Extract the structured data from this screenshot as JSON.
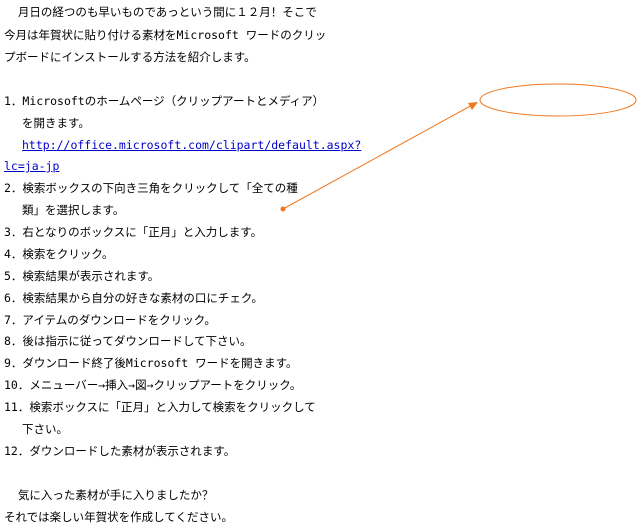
{
  "intro": [
    "  月日の経つのも早いものであっという間に１２月！そこで",
    "今月は年賀状に貼り付ける素材をMicrosoft ワードのクリッ",
    "プボードにインストールする方法を紹介します。"
  ],
  "steps": {
    "s1a": "1．Microsoftのホームページ（クリップアートとメディア）",
    "s1b": "を開きます。",
    "link_a": "http://office.microsoft.com/clipart/default.aspx?",
    "link_b": "lc=ja-jp",
    "s2a": "2．検索ボックスの下向き三角をクリックして「全ての種",
    "s2b": "類」を選択します。",
    "s3": "3．右となりのボックスに「正月」と入力します。",
    "s4": "4．検索をクリック。",
    "s5": "5．検索結果が表示されます。",
    "s6": "6．検索結果から自分の好きな素材の口にチェク。",
    "s7": "7．アイテムのダウンロードをクリック。",
    "s8": "8．後は指示に従ってダウンロードして下さい。",
    "s9": "9．ダウンロード終了後Microsoft ワードを開きます。",
    "s10": "10．メニューバー→挿入→図→クリップアートをクリック。",
    "s11a": "11．検索ボックスに「正月」と入力して検索をクリックして",
    "s11b": "下さい。",
    "s12": "12．ダウンロードした素材が表示されます。"
  },
  "outro": [
    "  気に入った素材が手に入りましたか？",
    "それでは楽しい年賀状を作成してください。"
  ],
  "colors": {
    "annotation": "#f07820",
    "link": "#0000cc"
  }
}
